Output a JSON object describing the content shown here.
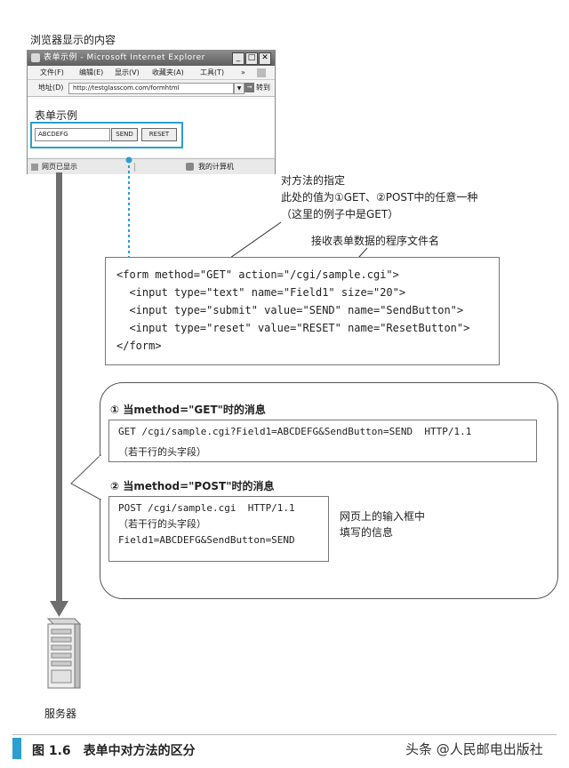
{
  "top_caption": "浏览器显示的内容",
  "browser": {
    "title": "表单示例 - Microsoft Internet Explorer",
    "menu": [
      "文件(F)",
      "编辑(E)",
      "显示(V)",
      "收藏夹(A)",
      "工具(T)"
    ],
    "more": "»",
    "address_label": "地址(D)",
    "address_value": "http://testglasscom.com/formhtml",
    "go_label": "转到",
    "status_left": "网页已显示",
    "status_right": "我的计算机",
    "form_title": "表单示例",
    "text_value": "ABCDEFG",
    "send_label": "SEND",
    "reset_label": "RESET"
  },
  "annotations": {
    "method_note_1": "对方法的指定",
    "method_note_2": "此处的值为①GET、②POST中的任意一种",
    "method_note_3": "（这里的例子中是GET）",
    "action_note": "接收表单数据的程序文件名",
    "input_note_1": "网页上的输入框中",
    "input_note_2": "填写的信息"
  },
  "form_code": [
    "<form method=\"GET\" action=\"/cgi/sample.cgi\">",
    "  <input type=\"text\" name=\"Field1\" size=\"20\">",
    "  <input type=\"submit\" value=\"SEND\" name=\"SendButton\">",
    "  <input type=\"reset\" value=\"RESET\" name=\"ResetButton\">",
    "</form>"
  ],
  "get_section": {
    "heading": "① 当method=\"GET\"时的消息",
    "line1": "GET /cgi/sample.cgi?Field1=ABCDEFG&SendButton=SEND  HTTP/1.1",
    "line2": "（若干行的头字段）"
  },
  "post_section": {
    "heading": "② 当method=\"POST\"时的消息",
    "line1": "POST /cgi/sample.cgi  HTTP/1.1",
    "line2": "（若干行的头字段）",
    "line3": "Field1=ABCDEFG&SendButton=SEND"
  },
  "server_label": "服务器",
  "figure_caption": "图 1.6　表单中对方法的区分",
  "watermark": "头条 @人民邮电出版社",
  "colors": {
    "accent": "#2a9fd0",
    "arrow": "#6e6e6e"
  }
}
